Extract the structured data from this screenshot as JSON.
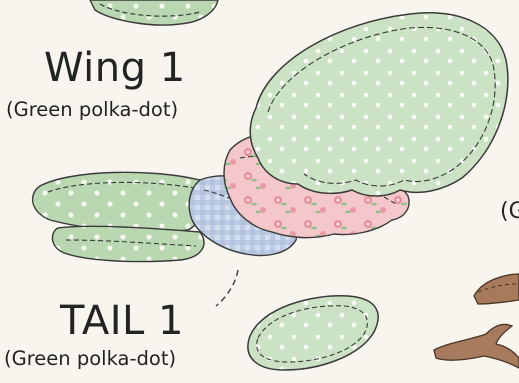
{
  "labels": {
    "wing_title": "Wing 1",
    "wing_subtitle": "(Green polka-dot)",
    "tail_title": "TAIL 1",
    "tail_subtitle": "(Green polka-dot)",
    "partial_label": "(G"
  },
  "colors": {
    "background": "#f7f5ee",
    "green_fabric": "#b8d6b0",
    "green_dark": "#93bf92",
    "pink_fabric": "#f3c3c6",
    "blue_gingham": "#b8c8e0",
    "brown_twig": "#a37759",
    "stitch": "#4a4a4a"
  }
}
